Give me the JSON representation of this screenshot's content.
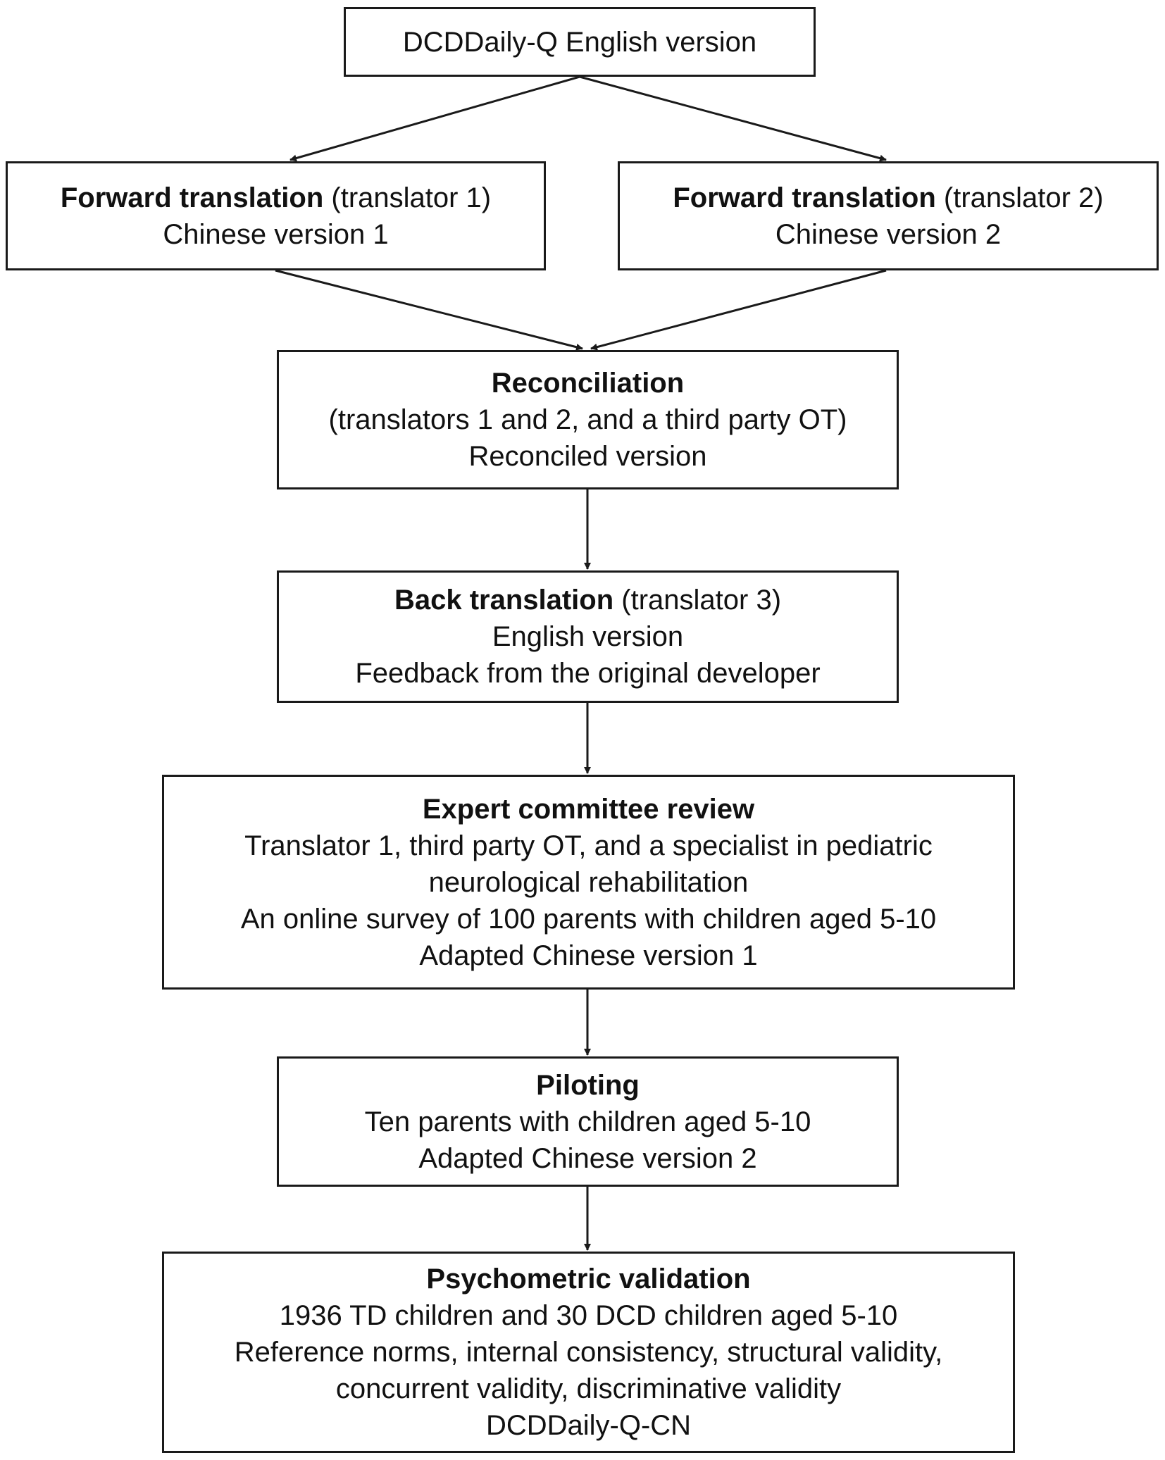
{
  "boxes": {
    "top": {
      "line1": "DCDDaily-Q English version"
    },
    "fwd1": {
      "bold": "Forward translation",
      "rest": " (translator 1)",
      "line2": "Chinese version 1"
    },
    "fwd2": {
      "bold": "Forward translation",
      "rest": " (translator 2)",
      "line2": "Chinese version 2"
    },
    "rec": {
      "bold": "Reconciliation",
      "line2": "(translators 1 and 2, and a third party OT)",
      "line3": "Reconciled version"
    },
    "back": {
      "bold": "Back translation",
      "rest": " (translator 3)",
      "line2": "English version",
      "line3": "Feedback from the original developer"
    },
    "exp": {
      "bold": "Expert committee review",
      "line2": "Translator 1, third party OT, and a specialist in pediatric",
      "line3": "neurological rehabilitation",
      "line4": "An online survey of 100 parents with children aged 5-10",
      "line5": "Adapted Chinese version 1"
    },
    "pil": {
      "bold": "Piloting",
      "line2": "Ten parents with children aged 5-10",
      "line3": "Adapted Chinese version 2"
    },
    "psy": {
      "bold": "Psychometric validation",
      "line2": "1936 TD children and 30 DCD children aged 5-10",
      "line3": "Reference norms, internal consistency, structural validity,",
      "line4": "concurrent validity, discriminative validity",
      "line5": "DCDDaily-Q-CN"
    }
  }
}
